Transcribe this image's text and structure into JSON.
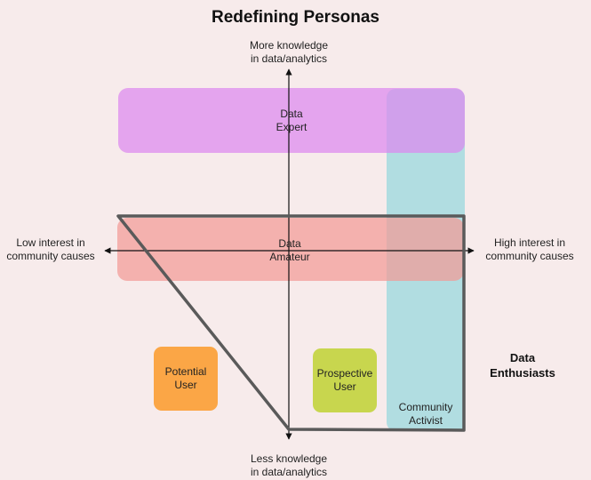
{
  "title": "Redefining Personas",
  "axes": {
    "top": "More knowledge\nin data/analytics",
    "bottom": "Less knowledge\nin data/analytics",
    "left": "Low interest in\ncommunity causes",
    "right": "High interest in\ncommunity causes"
  },
  "regions": {
    "data_expert": "Data\nExpert",
    "data_amateur": "Data\nAmateur",
    "community_activist": "Community\nActivist",
    "potential_user": "Potential\nUser",
    "prospective_user": "Prospective\nUser"
  },
  "enthusiasts_label": "Data\nEnthusiasts",
  "colors": {
    "background": "#f7ebeb",
    "data_expert": "#dd88ee",
    "data_amateur": "#f4a5a0",
    "community_activist": "#a9dbe0",
    "potential_user": "#fba646",
    "prospective_user": "#c8d64e",
    "outline": "#5a5a5a"
  }
}
